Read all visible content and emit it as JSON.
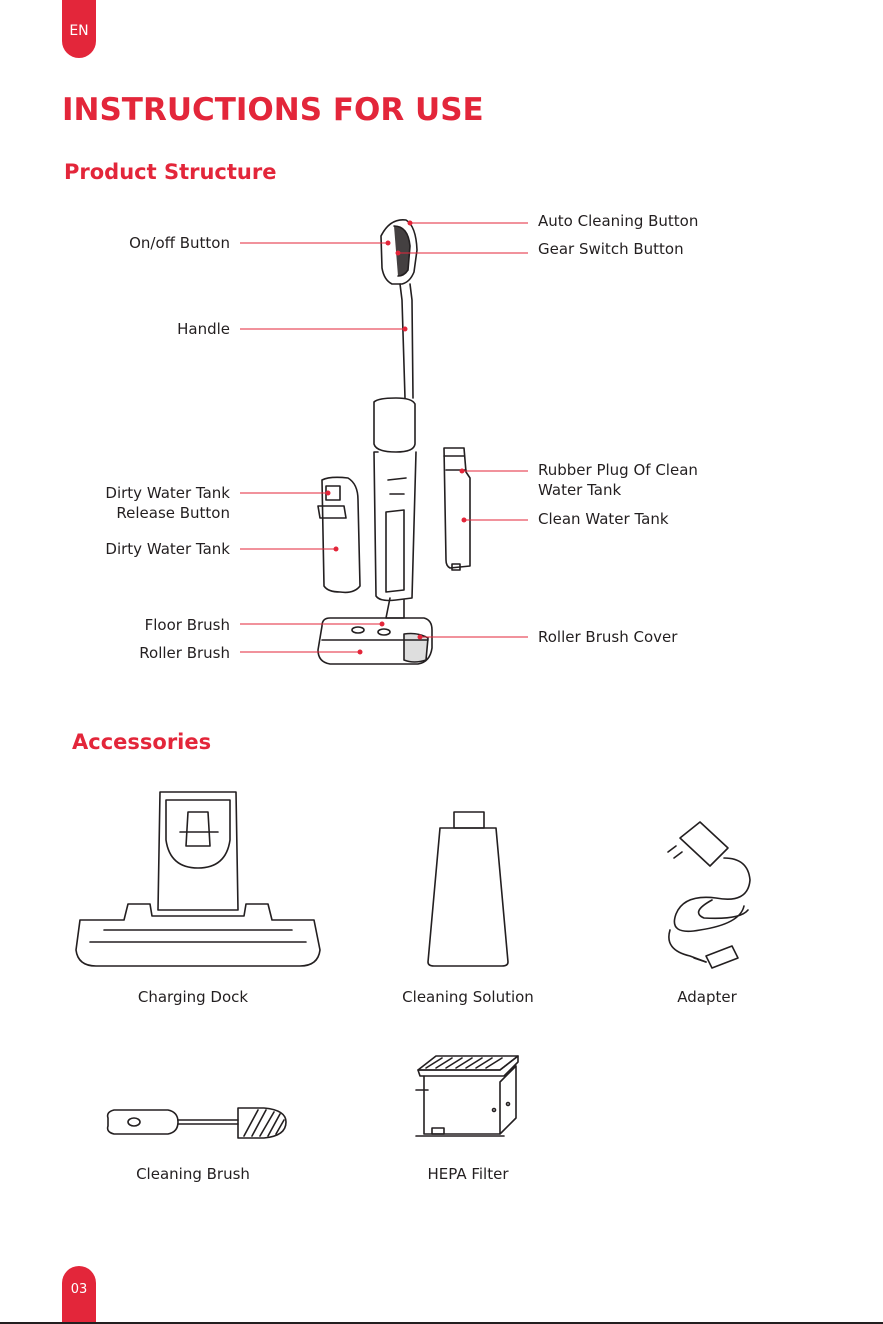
{
  "header": {
    "lang": "EN"
  },
  "title": "INSTRUCTIONS FOR USE",
  "sections": {
    "structure": "Product Structure",
    "accessories": "Accessories"
  },
  "structure_labels": {
    "on_off": "On/off Button",
    "handle": "Handle",
    "dirty_release_1": "Dirty Water Tank",
    "dirty_release_2": "Release Button",
    "dirty_tank": "Dirty Water Tank",
    "floor_brush": "Floor Brush",
    "roller_brush": "Roller Brush",
    "auto_cleaning": "Auto Cleaning Button",
    "gear_switch": "Gear Switch Button",
    "rubber_plug_1": "Rubber Plug Of Clean",
    "rubber_plug_2": "Water Tank",
    "clean_tank": "Clean Water Tank",
    "roller_cover": "Roller Brush Cover"
  },
  "accessories": {
    "charging_dock": "Charging Dock",
    "cleaning_solution": "Cleaning Solution",
    "adapter": "Adapter",
    "cleaning_brush": "Cleaning Brush",
    "hepa_filter": "HEPA Filter"
  },
  "footer": {
    "page_number": "03"
  },
  "colors": {
    "accent": "#e3263a",
    "ink": "#231f20"
  }
}
